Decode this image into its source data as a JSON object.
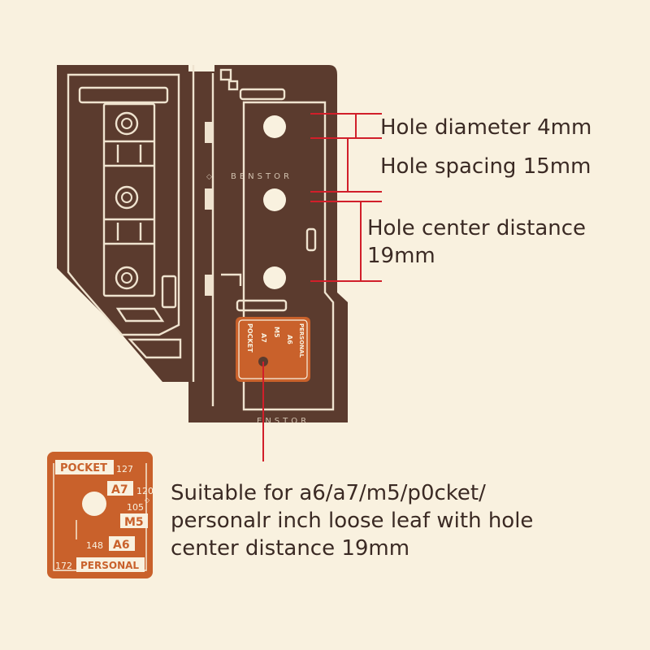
{
  "annotations": {
    "hole_diameter": "Hole diameter 4mm",
    "hole_spacing": "Hole spacing 15mm",
    "hole_center_distance": "Hole center distance 19mm",
    "suitable": "Suitable for a6/a7/m5/p0cket/ personalr inch loose leaf with hole center distance 19mm"
  },
  "brand_watermark": "BENSTOR",
  "brand_watermark_partial": "ENSTOR",
  "size_guide": {
    "labels": [
      "POCKET",
      "A7",
      "M5",
      "A6",
      "PERSONAL"
    ],
    "numbers": [
      "127",
      "120",
      "105",
      "148",
      "172"
    ]
  },
  "colors": {
    "background": "#f9f1df",
    "plate": "#5b3b2e",
    "outline": "#efe3cf",
    "annotation_line": "#d11f2a",
    "tag_orange": "#c9612b",
    "text": "#3b2a24"
  }
}
